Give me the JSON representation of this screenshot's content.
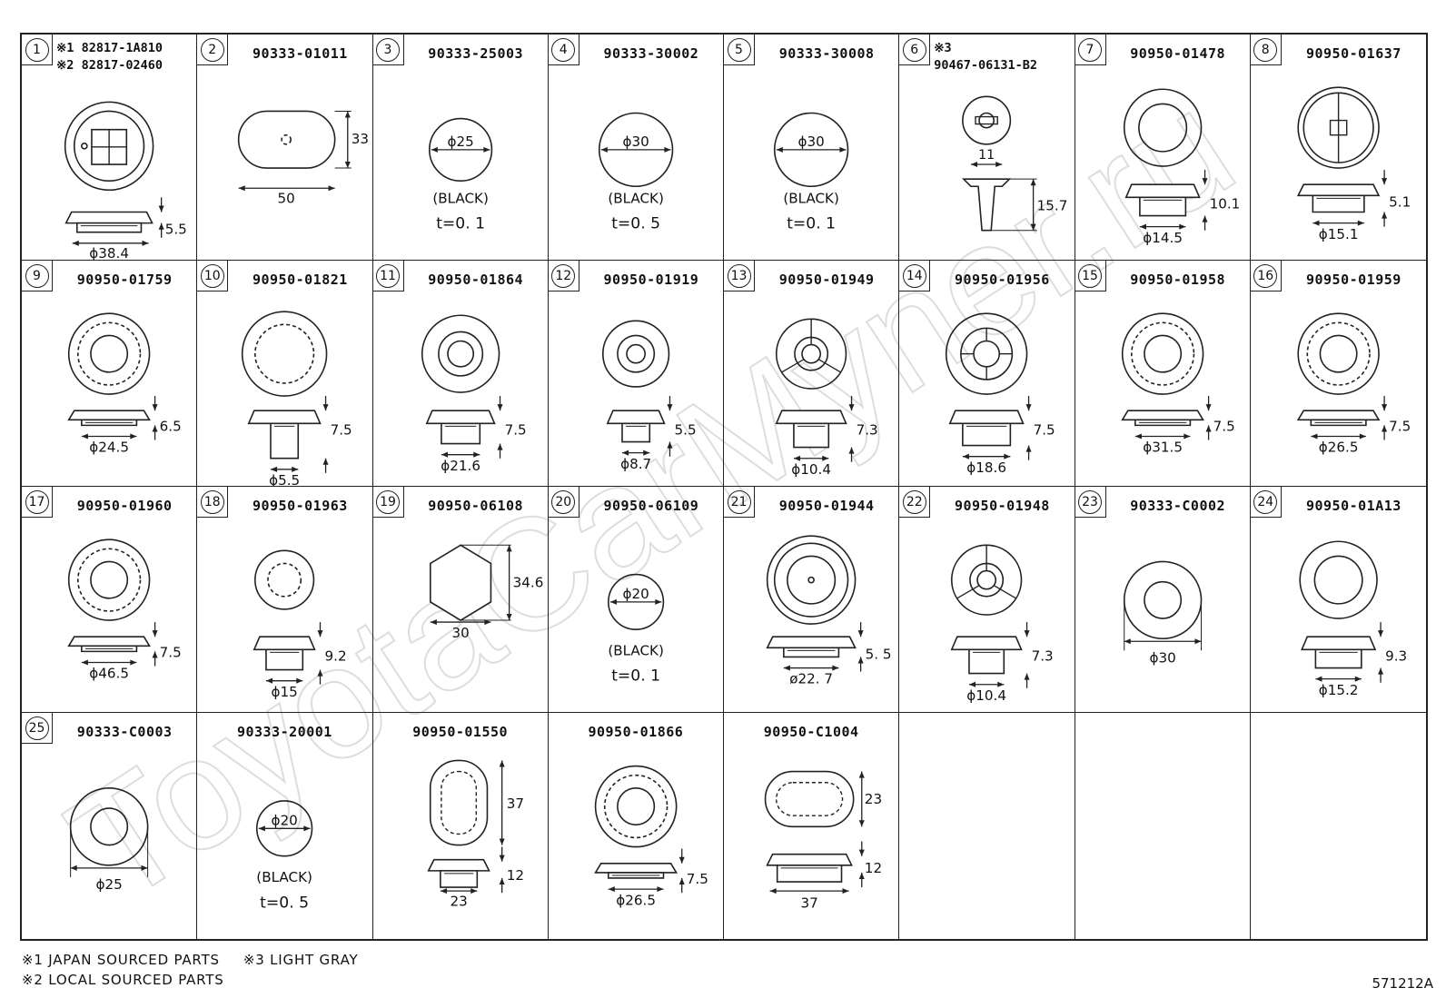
{
  "parts": [
    {
      "index": "1",
      "part": "",
      "notes": [
        "※1 82817-1A810",
        "※2 82817-02460"
      ],
      "shape": "connector",
      "dims": [
        "5.5",
        "ϕ38.4"
      ]
    },
    {
      "index": "2",
      "part": "90333-01011",
      "shape": "oval-flat",
      "dims": [
        "33",
        "50"
      ]
    },
    {
      "index": "3",
      "part": "90333-25003",
      "shape": "disc",
      "dims": [
        "ϕ25"
      ],
      "color_label": "(BLACK)",
      "thickness": "t=0. 1"
    },
    {
      "index": "4",
      "part": "90333-30002",
      "shape": "disc",
      "dims": [
        "ϕ30"
      ],
      "color_label": "(BLACK)",
      "thickness": "t=0. 5"
    },
    {
      "index": "5",
      "part": "90333-30008",
      "shape": "disc",
      "dims": [
        "ϕ30"
      ],
      "color_label": "(BLACK)",
      "thickness": "t=0. 1"
    },
    {
      "index": "6",
      "part": "",
      "notes": [
        "※3",
        "90467-06131-B2"
      ],
      "shape": "clip",
      "dims": [
        "11",
        "15.7"
      ]
    },
    {
      "index": "7",
      "part": "90950-01478",
      "shape": "cap-plug",
      "dims": [
        "10.1",
        "ϕ14.5"
      ]
    },
    {
      "index": "8",
      "part": "90950-01637",
      "shape": "slot-grommet",
      "dims": [
        "5.1",
        "ϕ15.1"
      ]
    },
    {
      "index": "9",
      "part": "90950-01759",
      "shape": "flat-grommet",
      "dims": [
        "6.5",
        "ϕ24.5"
      ]
    },
    {
      "index": "10",
      "part": "90950-01821",
      "shape": "stem-grommet",
      "dims": [
        "7.5",
        "ϕ5.5"
      ]
    },
    {
      "index": "11",
      "part": "90950-01864",
      "shape": "ring-grommet",
      "dims": [
        "7.5",
        "ϕ21.6"
      ]
    },
    {
      "index": "12",
      "part": "90950-01919",
      "shape": "small-grommet",
      "dims": [
        "5.5",
        "ϕ8.7"
      ]
    },
    {
      "index": "13",
      "part": "90950-01949",
      "shape": "split-grommet",
      "dims": [
        "7.3",
        "ϕ10.4"
      ]
    },
    {
      "index": "14",
      "part": "90950-01956",
      "shape": "cross-grommet",
      "dims": [
        "7.5",
        "ϕ18.6"
      ]
    },
    {
      "index": "15",
      "part": "90950-01958",
      "shape": "flat-grommet",
      "dims": [
        "7.5",
        "ϕ31.5"
      ]
    },
    {
      "index": "16",
      "part": "90950-01959",
      "shape": "flat-grommet",
      "dims": [
        "7.5",
        "ϕ26.5"
      ]
    },
    {
      "index": "17",
      "part": "90950-01960",
      "shape": "flat-grommet",
      "dims": [
        "7.5",
        "ϕ46.5"
      ]
    },
    {
      "index": "18",
      "part": "90950-01963",
      "shape": "dome-plug",
      "dims": [
        "9.2",
        "ϕ15"
      ]
    },
    {
      "index": "19",
      "part": "90950-06108",
      "shape": "hexagon",
      "dims": [
        "34.6",
        "30"
      ]
    },
    {
      "index": "20",
      "part": "90950-06109",
      "shape": "disc",
      "dims": [
        "ϕ20"
      ],
      "color_label": "(BLACK)",
      "thickness": "t=0. 1"
    },
    {
      "index": "21",
      "part": "90950-01944",
      "shape": "wide-grommet",
      "dims": [
        "5. 5",
        "ø22. 7"
      ]
    },
    {
      "index": "22",
      "part": "90950-01948",
      "shape": "split-grommet",
      "dims": [
        "7.3",
        "ϕ10.4"
      ]
    },
    {
      "index": "23",
      "part": "90333-C0002",
      "shape": "washer",
      "dims": [
        "ϕ30"
      ]
    },
    {
      "index": "24",
      "part": "90950-01A13",
      "shape": "cap-plug",
      "dims": [
        "9.3",
        "ϕ15.2"
      ]
    },
    {
      "index": "25",
      "part": "90333-C0003",
      "shape": "washer",
      "dims": [
        "ϕ25"
      ]
    },
    {
      "index": "",
      "part": "90333-20001",
      "shape": "disc",
      "dims": [
        "ϕ20"
      ],
      "color_label": "(BLACK)",
      "thickness": "t=0. 5"
    },
    {
      "index": "",
      "part": "90950-01550",
      "shape": "oval-grommet",
      "dims": [
        "37",
        "12",
        "23"
      ]
    },
    {
      "index": "",
      "part": "90950-01866",
      "shape": "flat-grommet",
      "dims": [
        "7.5",
        "ϕ26.5"
      ]
    },
    {
      "index": "",
      "part": "90950-C1004",
      "shape": "oval-grommet-h",
      "dims": [
        "23",
        "12",
        "37"
      ]
    },
    {
      "index": "",
      "part": "",
      "shape": "empty"
    },
    {
      "index": "",
      "part": "",
      "shape": "empty"
    },
    {
      "index": "",
      "part": "",
      "shape": "empty"
    }
  ],
  "legend": {
    "line1": [
      "※1  JAPAN SOURCED PARTS",
      "※3  LIGHT GRAY"
    ],
    "line2": [
      "※2  LOCAL SOURCED PARTS"
    ]
  },
  "reference_code": "571212A",
  "watermark": "ToyotaCarMyner.ru"
}
